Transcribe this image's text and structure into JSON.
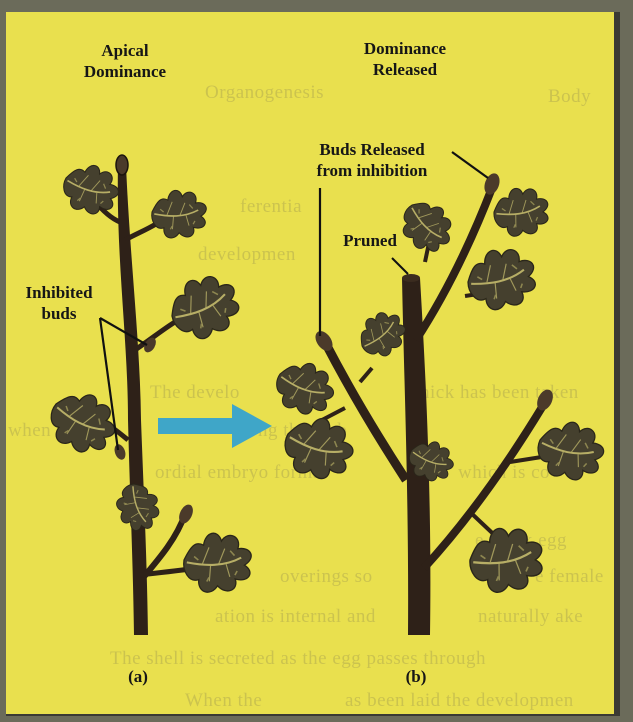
{
  "panel_a": {
    "title_line1": "Apical",
    "title_line2": "Dominance",
    "inhibited_line1": "Inhibited",
    "inhibited_line2": "buds",
    "caption": "(a)"
  },
  "panel_b": {
    "title_line1": "Dominance",
    "title_line2": "Released",
    "released_line1": "Buds Released",
    "released_line2": "from inhibition",
    "pruned": "Pruned",
    "caption": "(b)"
  },
  "bleed_through_text": [
    "Organogenesis",
    "Body",
    "ferentia",
    "developmen",
    "The develo",
    "hick has been taken",
    "when it is",
    "ng the emb",
    "ordial embryo format",
    "which is co",
    "e chick egg",
    "overings so",
    "e female",
    "ation is internal and",
    "naturally ake",
    "The shell is secreted as the egg passes through",
    "When the ",
    "as been laid the developmen"
  ],
  "colors": {
    "background": "#e9e04e",
    "stem": "#2e2118",
    "leaf": "#45402e",
    "leaf_highlight": "#b7ae66",
    "arrow": "#3fa6c8"
  }
}
